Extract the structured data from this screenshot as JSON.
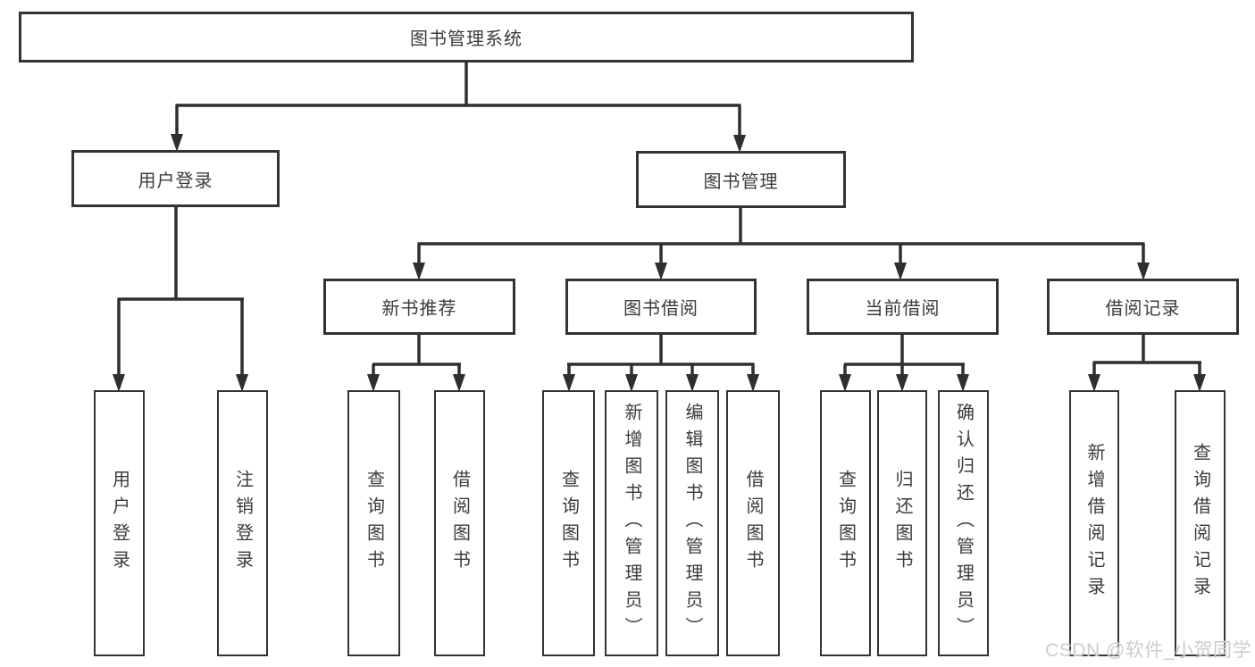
{
  "diagram": {
    "type": "hierarchy-tree",
    "title": "图书管理系统",
    "nodes": {
      "root": {
        "label": "图书管理系统",
        "parent": null
      },
      "user_login": {
        "label": "用户登录",
        "parent": "root"
      },
      "book_mgmt": {
        "label": "图书管理",
        "parent": "root"
      },
      "leaf_user_login": {
        "label": "用户登录",
        "parent": "user_login"
      },
      "leaf_logout": {
        "label": "注销登录",
        "parent": "user_login"
      },
      "new_book_rec": {
        "label": "新书推荐",
        "parent": "book_mgmt"
      },
      "book_borrow": {
        "label": "图书借阅",
        "parent": "book_mgmt"
      },
      "current_borrow": {
        "label": "当前借阅",
        "parent": "book_mgmt"
      },
      "borrow_record": {
        "label": "借阅记录",
        "parent": "book_mgmt"
      },
      "leaf_nb_query": {
        "label": "查询图书",
        "parent": "new_book_rec"
      },
      "leaf_nb_borrow": {
        "label": "借阅图书",
        "parent": "new_book_rec"
      },
      "leaf_bb_query": {
        "label": "查询图书",
        "parent": "book_borrow"
      },
      "leaf_bb_add": {
        "label": "新增图书（管理员）",
        "parent": "book_borrow"
      },
      "leaf_bb_edit": {
        "label": "编辑图书（管理员）",
        "parent": "book_borrow"
      },
      "leaf_bb_borrow": {
        "label": "借阅图书",
        "parent": "book_borrow"
      },
      "leaf_cb_query": {
        "label": "查询图书",
        "parent": "current_borrow"
      },
      "leaf_cb_return": {
        "label": "归还图书",
        "parent": "current_borrow"
      },
      "leaf_cb_confirm": {
        "label": "确认归还（管理员）",
        "parent": "current_borrow"
      },
      "leaf_br_add": {
        "label": "新增借阅记录",
        "parent": "borrow_record"
      },
      "leaf_br_query": {
        "label": "查询借阅记录",
        "parent": "borrow_record"
      }
    },
    "watermark": "CSDN @软件_小贺同学",
    "colors": {
      "line": "#2f2f2f",
      "border": "#333333",
      "text": "#3b3b3b",
      "background": "#ffffff",
      "watermark": "#cccccc"
    }
  }
}
